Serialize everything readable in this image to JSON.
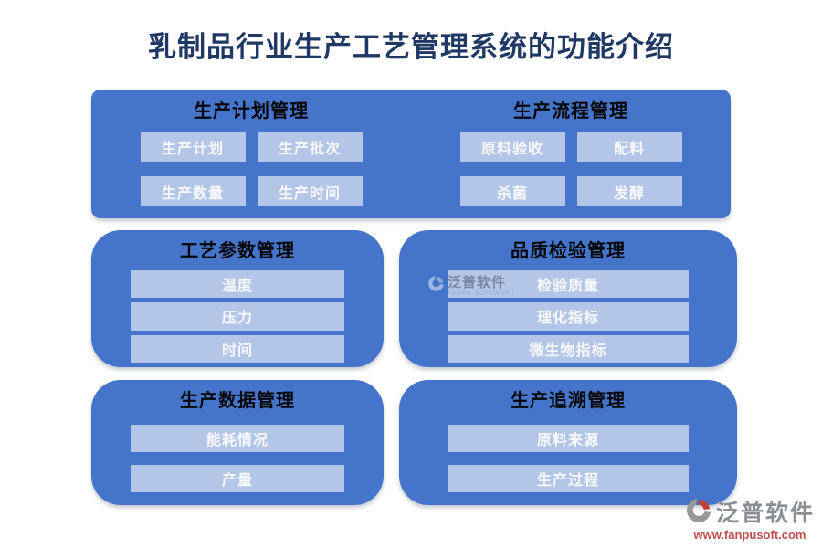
{
  "title": "乳制品行业生产工艺管理系统的功能介绍",
  "colors": {
    "panel_blue": "#4575CB",
    "item_light_blue": "#B3C6E8",
    "title_navy": "#1F3864",
    "section_header_black": "#060606",
    "item_text_white": "#F8F9FF",
    "brand_gray": "#8A8F94",
    "brand_url_red": "#C0504D"
  },
  "sections": [
    {
      "title": "生产计划管理",
      "items": [
        "生产计划",
        "生产批次",
        "生产数量",
        "生产时间"
      ]
    },
    {
      "title": "生产流程管理",
      "items": [
        "原料验收",
        "配料",
        "杀菌",
        "发酵"
      ]
    },
    {
      "title": "工艺参数管理",
      "items": [
        "温度",
        "压力",
        "时间"
      ]
    },
    {
      "title": "品质检验管理",
      "items": [
        "检验质量",
        "理化指标",
        "微生物指标"
      ]
    },
    {
      "title": "生产数据管理",
      "items": [
        "能耗情况",
        "产量"
      ]
    },
    {
      "title": "生产追溯管理",
      "items": [
        "原料来源",
        "生产过程"
      ]
    }
  ],
  "watermark": {
    "name": "泛普软件",
    "subtext": "FANPU SOFTWARE"
  },
  "brand": {
    "name": "泛普软件",
    "url": "www.fanpusoft.com"
  },
  "icons": {
    "watermark_logo": "fanpu-swoosh-icon",
    "brand_logo": "fanpu-swoosh-icon"
  }
}
